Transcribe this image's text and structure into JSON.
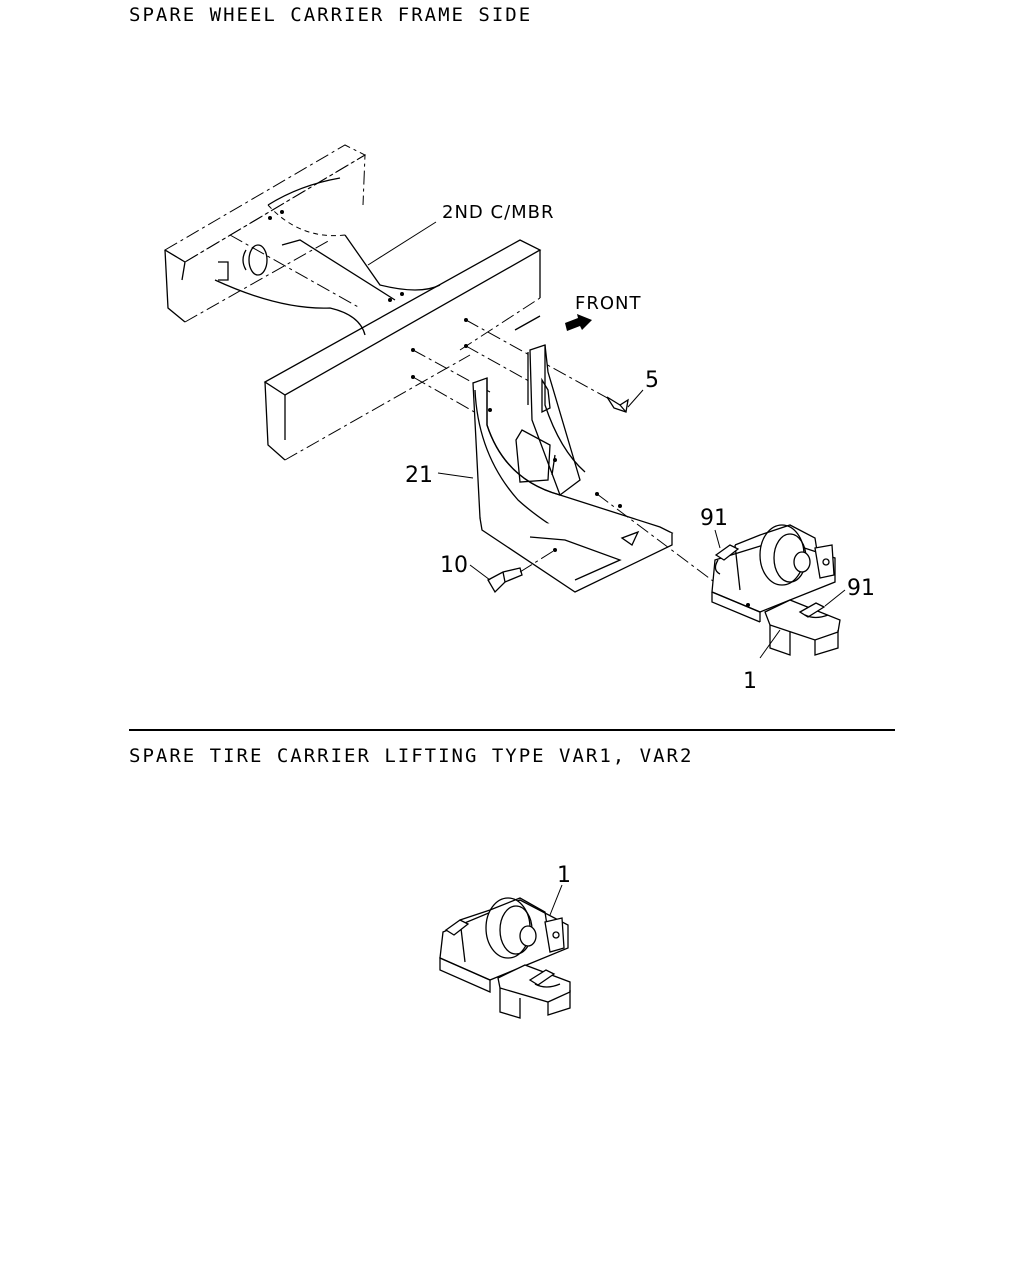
{
  "sections": [
    {
      "title": "SPARE WHEEL CARRIER FRAME SIDE",
      "labels": {
        "crossmember": "2ND C/MBR",
        "direction": "FRONT",
        "part_5": "5",
        "part_21": "21",
        "part_10": "10",
        "part_91_left": "91",
        "part_91_right": "91",
        "part_1": "1"
      }
    },
    {
      "title": "SPARE TIRE CARRIER LIFTING TYPE VAR1, VAR2",
      "labels": {
        "part_1": "1"
      }
    }
  ],
  "icons": {
    "direction_arrow": "arrow-right-icon"
  }
}
